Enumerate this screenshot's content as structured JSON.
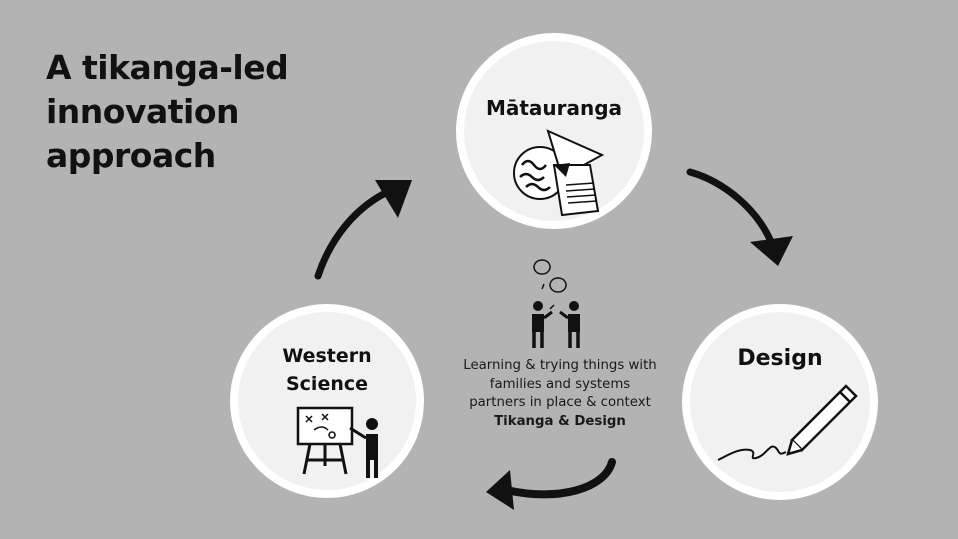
{
  "title": "A tikanga-led innovation approach",
  "nodes": {
    "matauranga": {
      "label": "Mātauranga"
    },
    "design": {
      "label": "Design"
    },
    "western_science": {
      "label_line1": "Western",
      "label_line2": "Science"
    }
  },
  "center": {
    "line1": "Learning & trying things with",
    "line2": "families  and systems",
    "line3": "partners in place & context",
    "emphasis": "Tikanga & Design"
  },
  "icons": {
    "matauranga": "abstract-shapes-icon",
    "design": "pencil-scribble-icon",
    "western_science": "presenter-whiteboard-icon",
    "center": "two-people-talking-icon"
  },
  "colors": {
    "background": "#b3b3b3",
    "circle_fill": "#f1f1f1",
    "circle_border": "#ffffff",
    "ink": "#111111"
  }
}
